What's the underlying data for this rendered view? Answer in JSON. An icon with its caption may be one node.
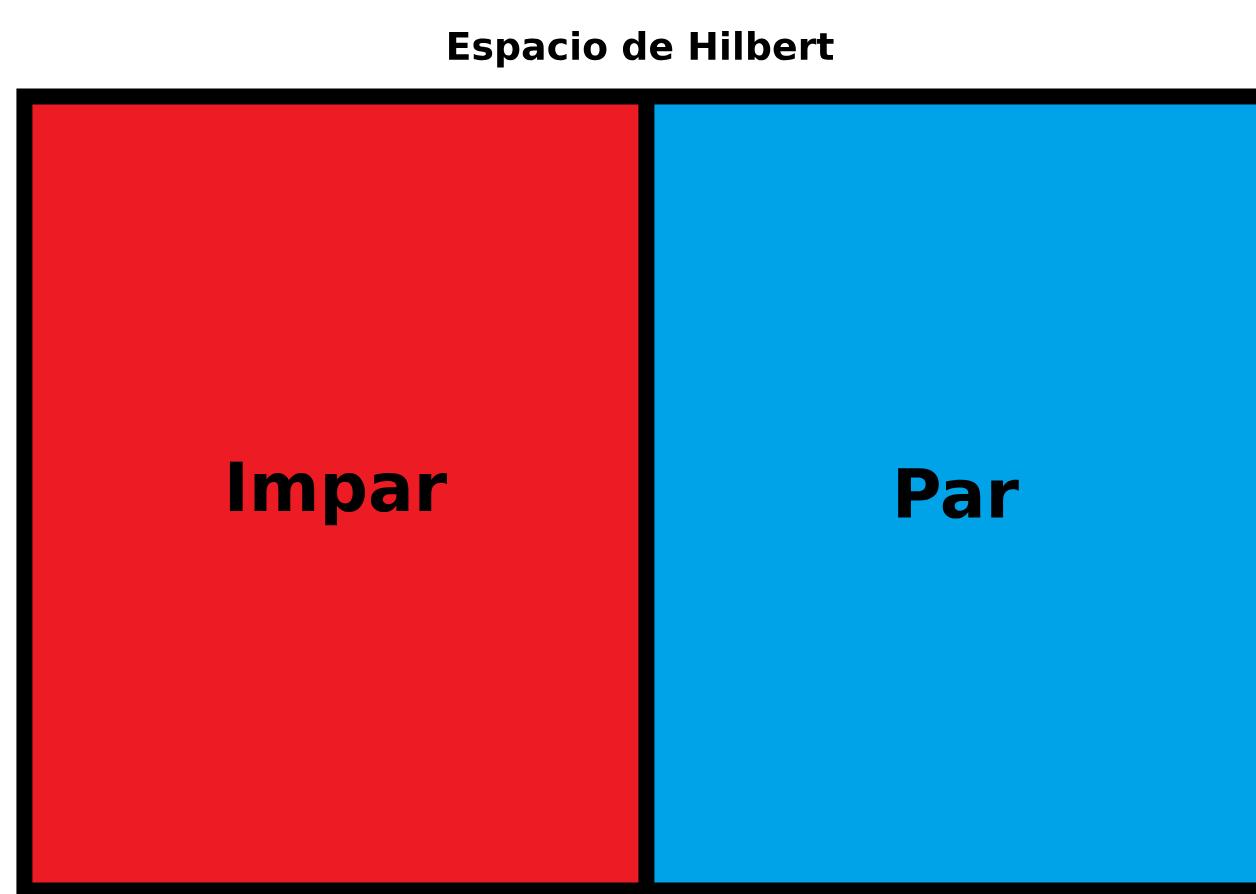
{
  "diagram": {
    "nodes": [
      {
        "text": [
          "Espacio de Hilbert"
        ]
      },
      {
        "text": [
          "Impar"
        ],
        "in": 0
      },
      {
        "text": [
          "Par"
        ],
        "in": 0
      }
    ]
  }
}
